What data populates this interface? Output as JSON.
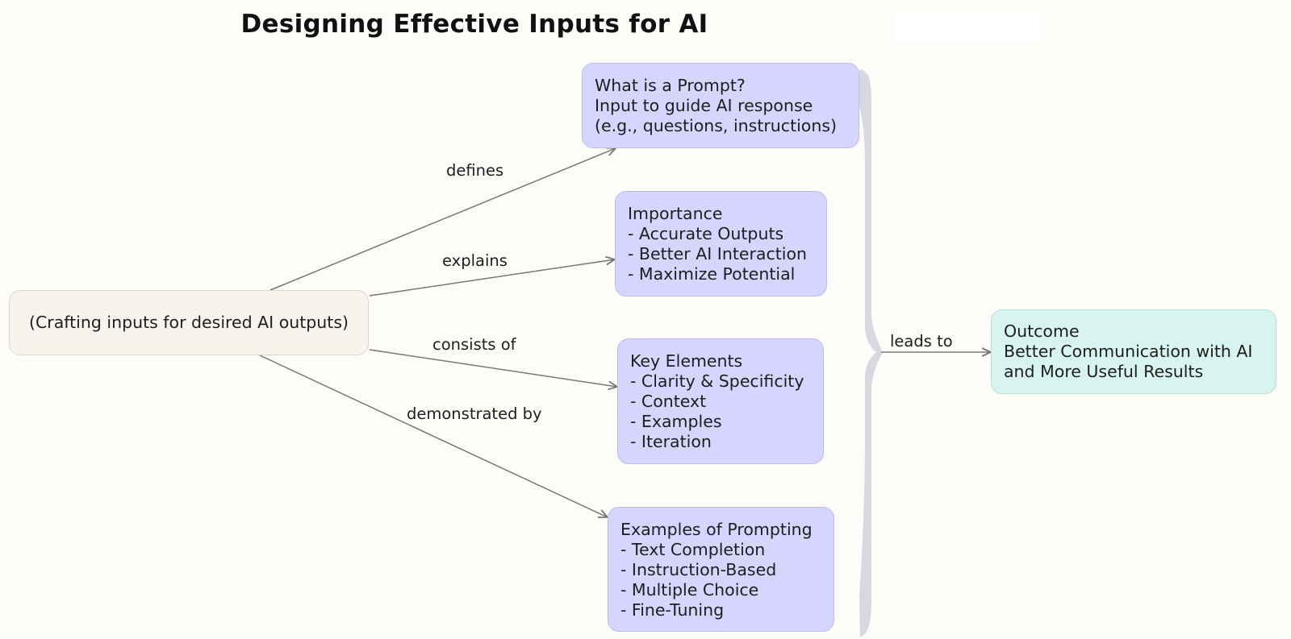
{
  "title": "Designing Effective Inputs for AI",
  "center_node": {
    "text": "(Crafting inputs for desired AI outputs)"
  },
  "nodes": {
    "prompt": [
      "What is a Prompt?",
      "Input to guide AI response",
      "(e.g., questions, instructions)"
    ],
    "importance": [
      "Importance",
      "- Accurate Outputs",
      "- Better AI Interaction",
      "- Maximize Potential"
    ],
    "key_elements": [
      "Key Elements",
      "- Clarity & Specificity",
      "- Context",
      "- Examples",
      "- Iteration"
    ],
    "examples": [
      "Examples of Prompting",
      "- Text Completion",
      "- Instruction-Based",
      "- Multiple Choice",
      "- Fine-Tuning"
    ],
    "outcome": [
      "Outcome",
      "Better Communication with AI",
      "and More Useful Results"
    ]
  },
  "edges": {
    "defines": "defines",
    "explains": "explains",
    "consists_of": "consists of",
    "demonstrated_by": "demonstrated by",
    "leads_to": "leads to"
  },
  "colors": {
    "background": "#fdfcf9",
    "center_fill": "#f8f3ed",
    "topic_fill": "#d6d5fd",
    "outcome_fill": "#d7f4ef",
    "arrow": "#777777",
    "brace": "#d8d8e0"
  }
}
